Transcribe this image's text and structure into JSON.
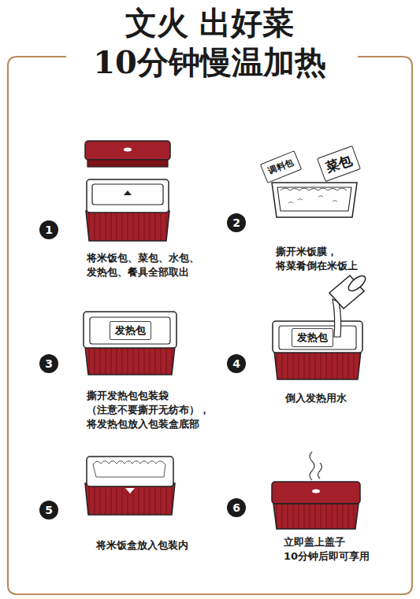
{
  "diagram": {
    "title": "文火 出好菜 10分钟慢温加热",
    "nodes": [
      {
        "text": [
          "1"
        ]
      },
      {
        "text": [
          "调料包"
        ]
      },
      {
        "text": [
          "菜包"
        ]
      },
      {
        "text": [
          "2"
        ]
      },
      {
        "text": [
          "发热包"
        ]
      },
      {
        "text": [
          "3"
        ]
      },
      {
        "text": [
          "发热包"
        ]
      },
      {
        "text": [
          "4"
        ]
      },
      {
        "text": [
          "5"
        ]
      },
      {
        "text": [
          "6"
        ]
      }
    ],
    "labels": [
      "将米饭包、菜包、水包、 发热包、餐具全部取出",
      "撕开米饭膜， 将菜肴倒在米饭上",
      "撕开发热包包装袋 （注意不要撕开无纺布）， 将发热包放入包装盒底部",
      "倒入发热用水",
      "将米饭盒放入包装内",
      "立即盖上盖子 10分钟后即可享用"
    ]
  }
}
